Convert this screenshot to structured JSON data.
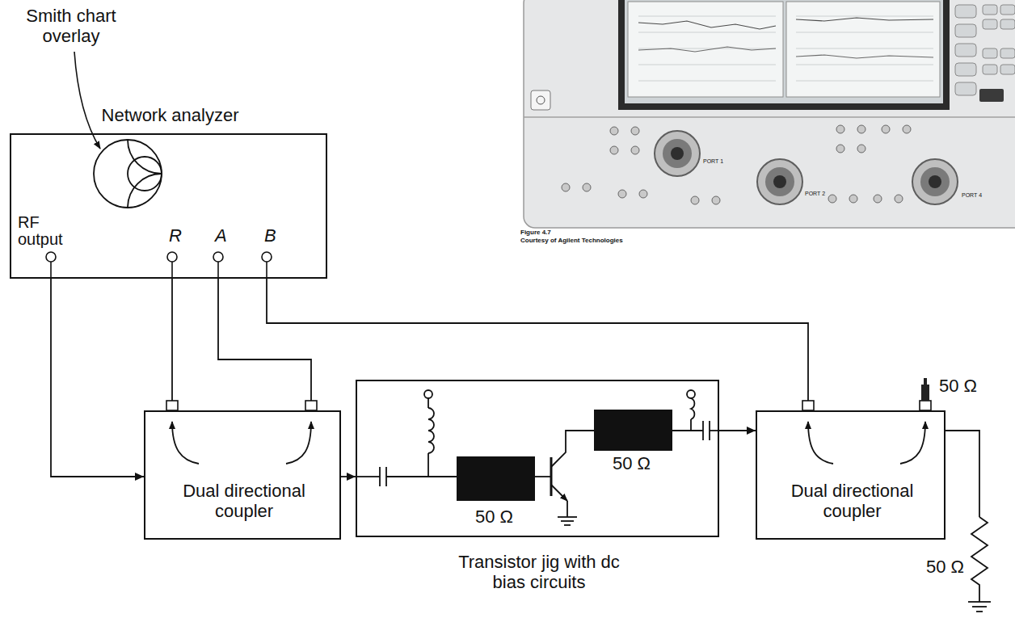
{
  "diagram": {
    "nodes": [
      {
        "text": [
          "Network analyzer",
          "RF output",
          "R",
          "A",
          "B"
        ]
      },
      {
        "text": [
          "Dual directional coupler"
        ]
      },
      {
        "text": [
          "Transistor jig with dc bias circuits"
        ]
      },
      {
        "text": [
          "Dual directional coupler"
        ]
      }
    ],
    "edges": [
      {
        "from": 0,
        "to": 1,
        "arrow": "to"
      },
      {
        "from": 0,
        "to": 1,
        "arrow": "none"
      },
      {
        "from": 0,
        "to": 1,
        "arrow": "none"
      },
      {
        "from": 1,
        "to": 2,
        "arrow": "to"
      },
      {
        "from": 2,
        "to": 3,
        "arrow": "to"
      },
      {
        "from": 0,
        "to": 3,
        "arrow": "none"
      }
    ],
    "labels": [
      "Smith chart overlay",
      "Figure 4.7",
      "Courtesy of Agilent Technologies",
      "PORT 1",
      "PORT 2",
      "PORT 4",
      "50 Ω",
      "50 Ω",
      "50 Ω",
      "50 Ω"
    ]
  }
}
